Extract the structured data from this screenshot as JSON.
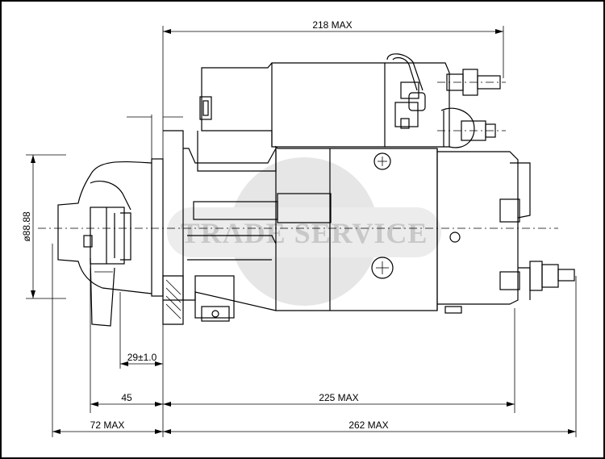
{
  "dimensions": {
    "top_overall": "218 MAX",
    "diameter": "ø88.88",
    "pinion_offset": "29±1.0",
    "flange_to_pinion": "45",
    "body_length": "225 MAX",
    "front_overall": "72 MAX",
    "total_length": "262 MAX"
  },
  "watermark": {
    "text": "TRADE SERVICE",
    "colors": {
      "disc": "#e6e6e6",
      "text": "#c8c8c8"
    }
  },
  "colors": {
    "line": "#000000",
    "background": "#ffffff"
  }
}
